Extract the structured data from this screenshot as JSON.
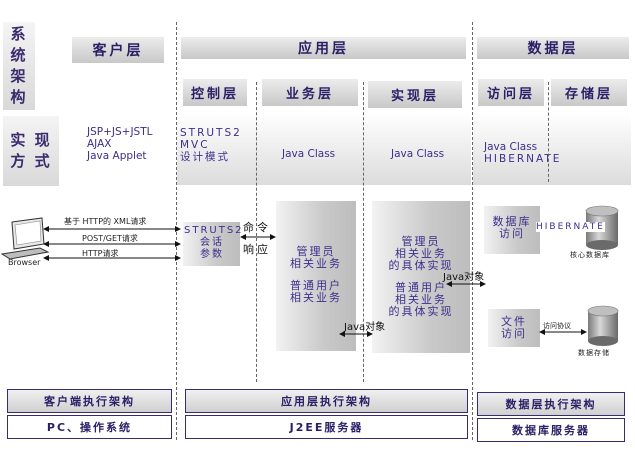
{
  "side_title": "系\n统\n架\n构",
  "impl_title": "实 现\n方 式",
  "layers": {
    "client": "客户层",
    "app": "应用层",
    "data": "数据层"
  },
  "sublayers": {
    "control": "控制层",
    "business": "业务层",
    "impl": "实现层",
    "access": "访问层",
    "storage": "存储层"
  },
  "impl_row": {
    "client": [
      "JSP+JS+JSTL",
      "AJAX",
      "Java Applet"
    ],
    "control": [
      "STRUTS2",
      "MVC",
      "设计模式"
    ],
    "business": "Java Class",
    "impl": "Java Class",
    "access": [
      "Java Class",
      "HIBERNATE"
    ]
  },
  "browser_label": "Browser",
  "arrows": {
    "xml": "基于 HTTP的 XML请求",
    "post": "POST/GET请求",
    "http": "HTTP请求",
    "command": "命令",
    "response": "响应",
    "java_obj_1": "Java对象",
    "java_obj_2": "Java对象",
    "hibernate": "HIBERNATE",
    "file_proto": "访问协议"
  },
  "boxes": {
    "struts": [
      "STRUTS2",
      "会话",
      "参数"
    ],
    "business": [
      "管理员",
      "相关业务",
      "",
      "普通用户",
      "相关业务"
    ],
    "impl": [
      "管理员",
      "相关业务",
      "的具体实现",
      "",
      "普通用户",
      "相关业务",
      "的具体实现"
    ],
    "db_access": [
      "数据库",
      "访问"
    ],
    "file_access": [
      "文件",
      "访问"
    ]
  },
  "storage": {
    "core_db": "核心数据库",
    "data_store": "数据存储"
  },
  "footers": {
    "client_arch": "客户端执行架构",
    "client_env": "PC、操作系统",
    "app_arch": "应用层执行架构",
    "app_env": "J2EE服务器",
    "data_arch": "数据层执行架构",
    "data_env": "数据库服务器"
  }
}
